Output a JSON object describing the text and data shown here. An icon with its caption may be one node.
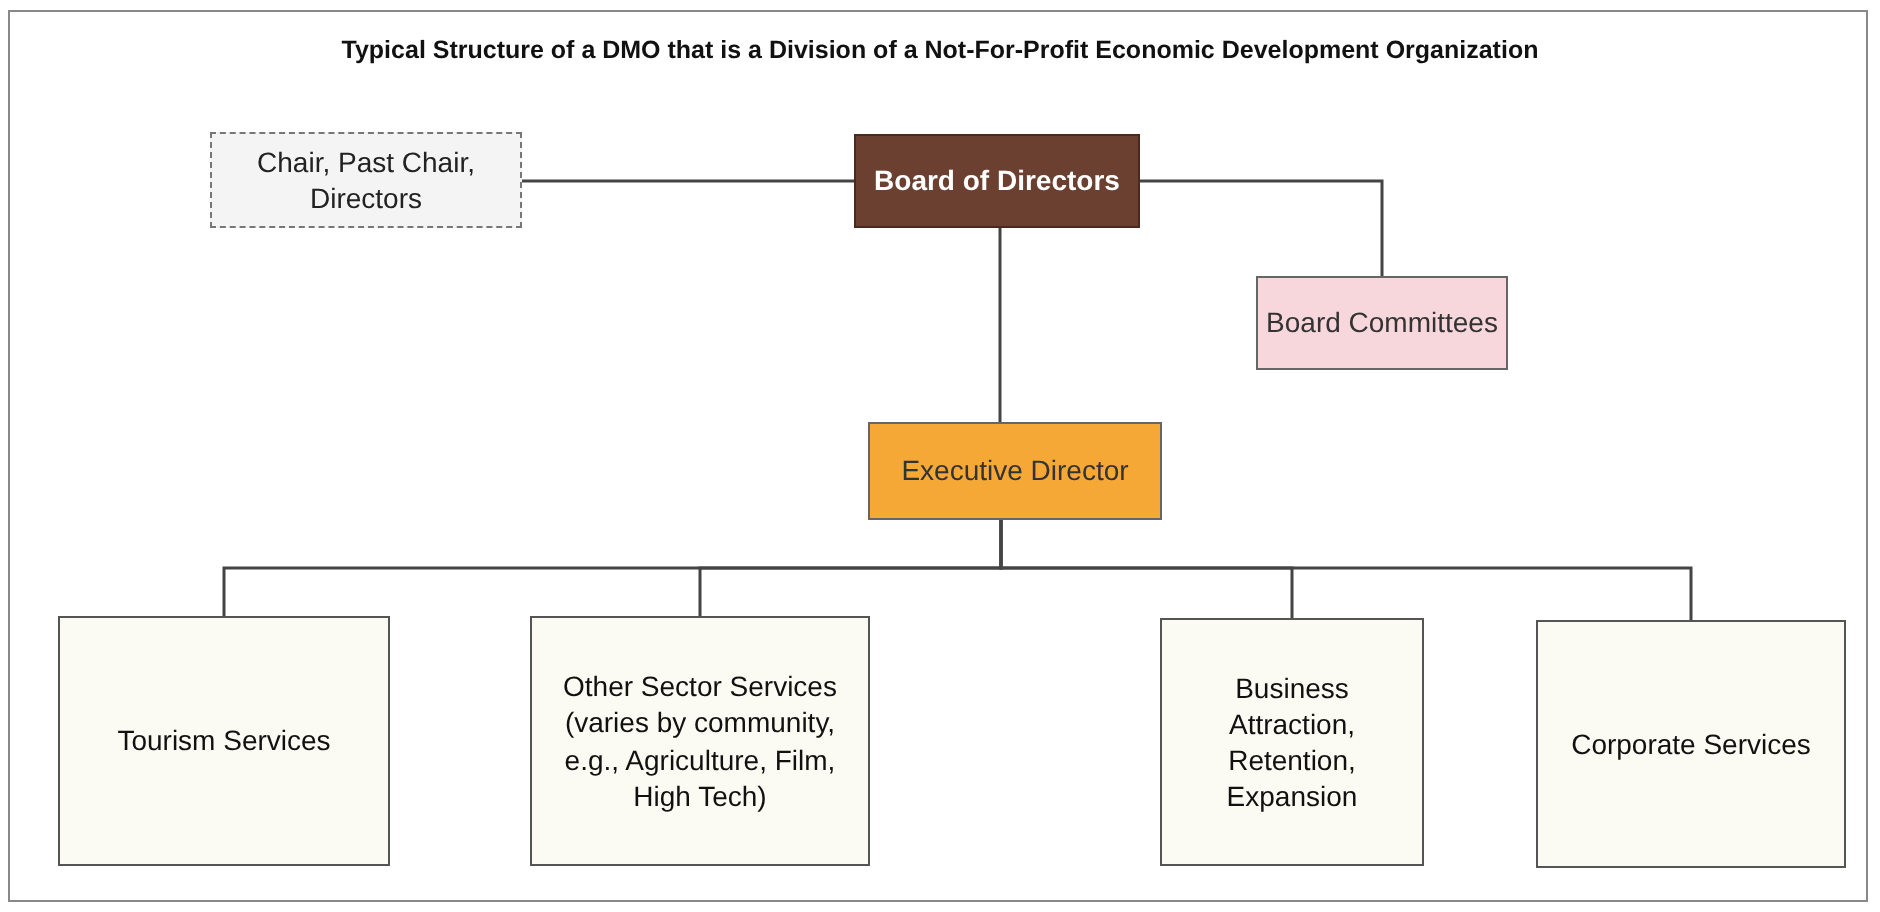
{
  "diagram": {
    "title": "Typical Structure of a DMO that is a Division of a Not-For-Profit Economic Development Organization",
    "nodes": [
      {
        "text": [
          "Chair, Past Chair, Directors"
        ]
      },
      {
        "text": [
          "Board of Directors"
        ]
      },
      {
        "text": [
          "Board Committees"
        ]
      },
      {
        "text": [
          "Executive Director"
        ]
      },
      {
        "text": [
          "Tourism Services"
        ]
      },
      {
        "text": [
          "Other Sector Services (varies by community, e.g., Agriculture, Film, High Tech)"
        ]
      },
      {
        "text": [
          "Business Attraction, Retention, Expansion"
        ]
      },
      {
        "text": [
          "Corporate Services"
        ]
      }
    ],
    "edges": [
      {
        "from": 1,
        "to": 0,
        "arrow": "none"
      },
      {
        "from": 1,
        "to": 2,
        "arrow": "none"
      },
      {
        "from": 1,
        "to": 3,
        "arrow": "none"
      },
      {
        "from": 3,
        "to": 4,
        "arrow": "none"
      },
      {
        "from": 3,
        "to": 5,
        "arrow": "none"
      },
      {
        "from": 3,
        "to": 6,
        "arrow": "none"
      },
      {
        "from": 3,
        "to": 7,
        "arrow": "none"
      }
    ]
  }
}
